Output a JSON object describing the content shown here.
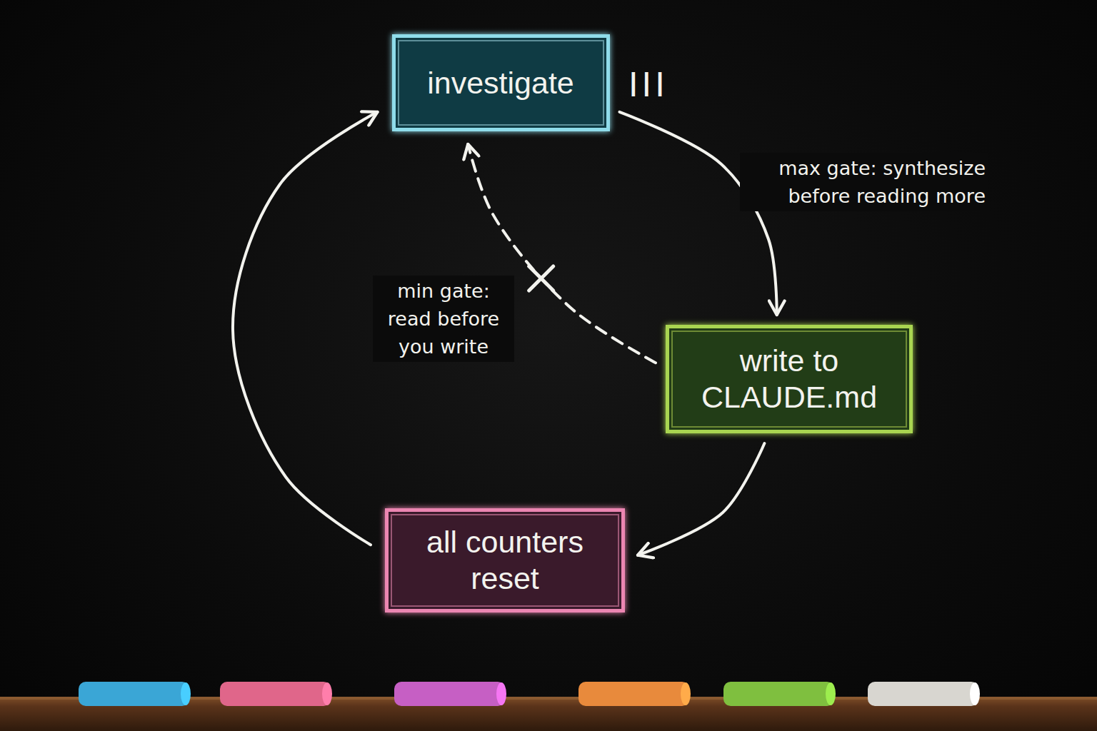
{
  "diagram": {
    "nodes": [
      {
        "text": [
          "investigate"
        ]
      },
      {
        "text": [
          "write to CLAUDE.md"
        ]
      },
      {
        "text": [
          "all counters reset"
        ]
      }
    ],
    "edges": [
      {
        "from": 0,
        "to": 1,
        "arrow": "to",
        "label": "max gate: synthesize before reading more"
      },
      {
        "from": 1,
        "to": 0,
        "arrow": "to",
        "label": "min gate: read before you write"
      },
      {
        "from": 1,
        "to": 2,
        "arrow": "to"
      },
      {
        "from": 2,
        "to": 0,
        "arrow": "to"
      }
    ],
    "labels": [
      "III"
    ]
  }
}
